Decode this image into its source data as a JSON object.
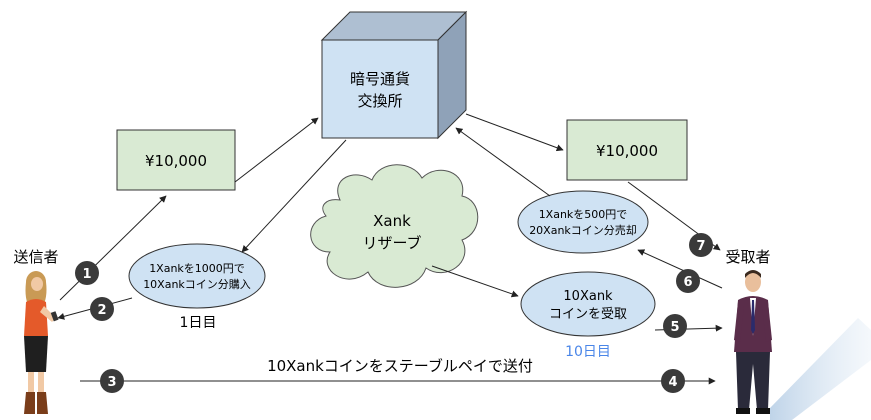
{
  "exchange": {
    "line1": "暗号通貨",
    "line2": "交換所"
  },
  "left_money": "¥10,000",
  "right_money": "¥10,000",
  "reserve": {
    "line1": "Xank",
    "line2": "リザーブ"
  },
  "buy_bubble": {
    "line1": "1Xankを1000円で",
    "line2": "10Xankコイン分購入"
  },
  "sell_bubble": {
    "line1": "1Xankを500円で",
    "line2": "20Xankコイン分売却"
  },
  "receive_bubble": {
    "line1": "10Xank",
    "line2": "コインを受取"
  },
  "day1": "1日目",
  "day10": "10日目",
  "transfer_label": "10Xankコインをステーブルペイで送付",
  "sender_label": "送信者",
  "receiver_label": "受取者",
  "steps": [
    "1",
    "2",
    "3",
    "4",
    "5",
    "6",
    "7"
  ],
  "colors": {
    "box_green": "#d9ead3",
    "box_blue": "#cfe2f3",
    "cloud_green": "#d9ead3",
    "step_badge": "#3a3a3a",
    "day10_blue": "#4a86e8"
  }
}
